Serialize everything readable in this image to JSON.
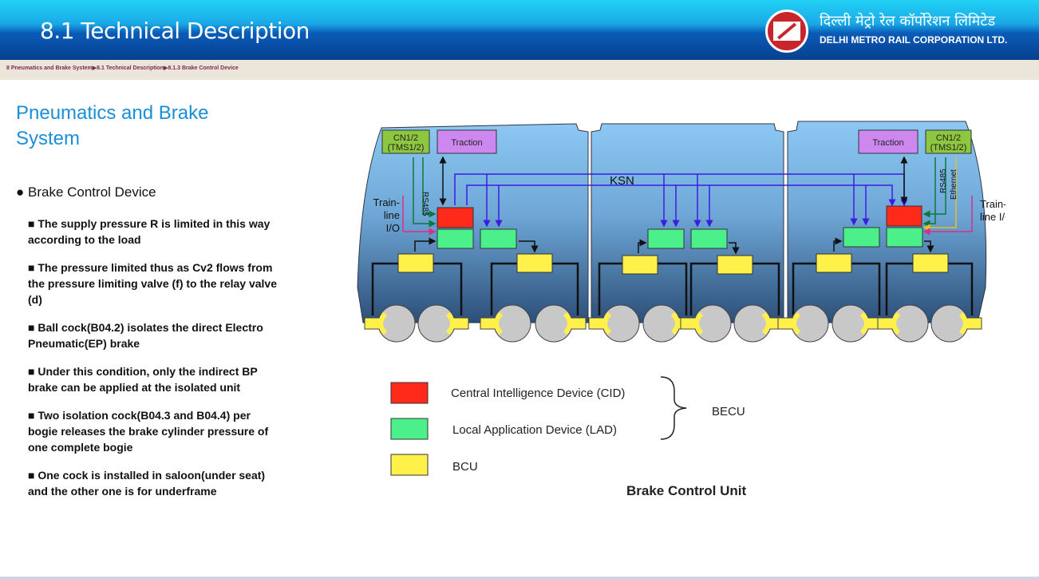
{
  "header": {
    "title": "8.1 Technical Description",
    "org_hindi": "दिल्ली मेट्रो रेल कॉर्पोरेशन लिमिटेड",
    "org_english": "DELHI METRO RAIL CORPORATION LTD.",
    "logo_icon": "dmrc-logo"
  },
  "breadcrumb": "8 Pneumatics and Brake System▶8.1 Technical Description▶8.1.3 Brake Control Device",
  "content": {
    "title": "Pneumatics and Brake System",
    "heading": "● Brake Control Device",
    "bullets": [
      "■ The supply pressure R is limited in this way according to the load",
      "■ The pressure limited thus as Cv2 flows from the pressure limiting valve (f) to the relay valve (d)",
      "■ Ball cock(B04.2) isolates the direct Electro Pneumatic(EP) brake",
      "■ Under this condition, only the indirect BP brake can be applied at the isolated unit",
      "■ Two isolation cock(B04.3 and B04.4) per bogie releases the brake cylinder pressure of one complete bogie",
      "■ One cock is installed in saloon(under seat) and the other one is for underframe"
    ]
  },
  "diagram": {
    "cn_label": "CN1/2",
    "cn_sub": "(TMS1/2)",
    "traction": "Traction",
    "rs485": "RS485",
    "ethernet": "Ethernet",
    "ksn": "KSN",
    "trainline_left": [
      "Train-",
      "line",
      "I/O"
    ],
    "trainline_right": [
      "Train-",
      "line I/O"
    ],
    "legend": [
      {
        "label": "Central Intelligence Device (CID)",
        "color": "#ff2a1a"
      },
      {
        "label": "Local Application Device (LAD)",
        "color": "#4cf08a"
      },
      {
        "label": "BCU",
        "color": "#fff14a"
      }
    ],
    "becu": "BECU",
    "caption": "Brake Control Unit"
  }
}
